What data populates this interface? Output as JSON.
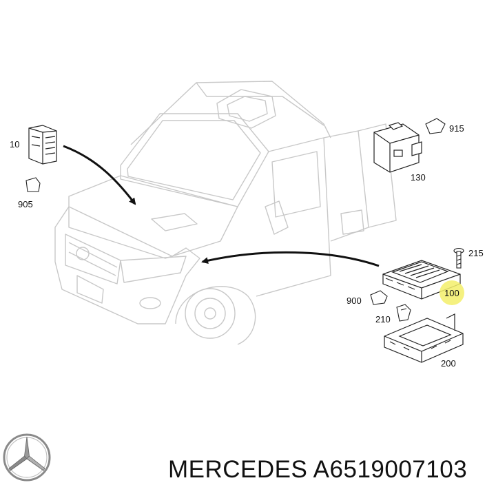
{
  "diagram": {
    "labels": {
      "p10": "10",
      "p905": "905",
      "p915": "915",
      "p130": "130",
      "p215": "215",
      "p900": "900",
      "p100": "100",
      "p210": "210",
      "p200": "200"
    },
    "highlight_color": "#f3ef6a"
  },
  "caption": {
    "brand": "MERCEDES",
    "part_number": "A6519007103"
  },
  "logo": {
    "icon": "mercedes-star-icon"
  }
}
